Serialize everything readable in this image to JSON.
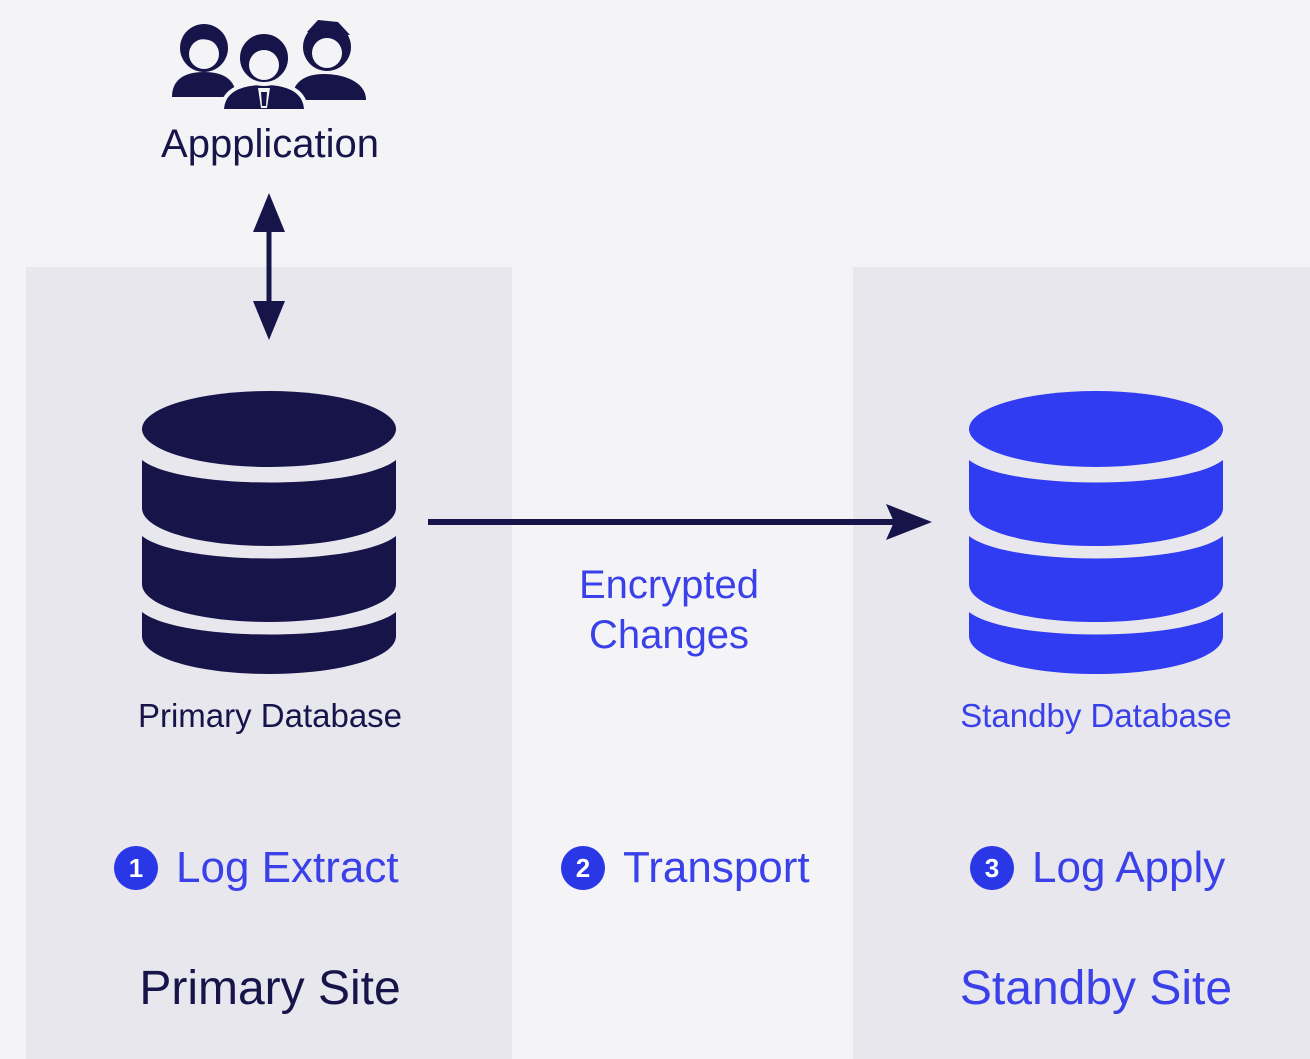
{
  "application": {
    "label": "Appplication",
    "icon": "users-group-icon"
  },
  "primary_site": {
    "label": "Primary Site",
    "database_label": "Primary Database",
    "database_icon": "database-icon",
    "color": "#17144a"
  },
  "standby_site": {
    "label": "Standby Site",
    "database_label": "Standby Database",
    "database_icon": "database-icon",
    "color": "#2f3cf2"
  },
  "transfer": {
    "label_line1": "Encrypted",
    "label_line2": "Changes"
  },
  "steps": [
    {
      "number": "1",
      "label": "Log Extract"
    },
    {
      "number": "2",
      "label": "Transport"
    },
    {
      "number": "3",
      "label": "Log Apply"
    }
  ],
  "colors": {
    "background": "#f4f4f7",
    "panel": "#e8e7ee",
    "dark": "#17144a",
    "accent": "#3b41e8"
  }
}
